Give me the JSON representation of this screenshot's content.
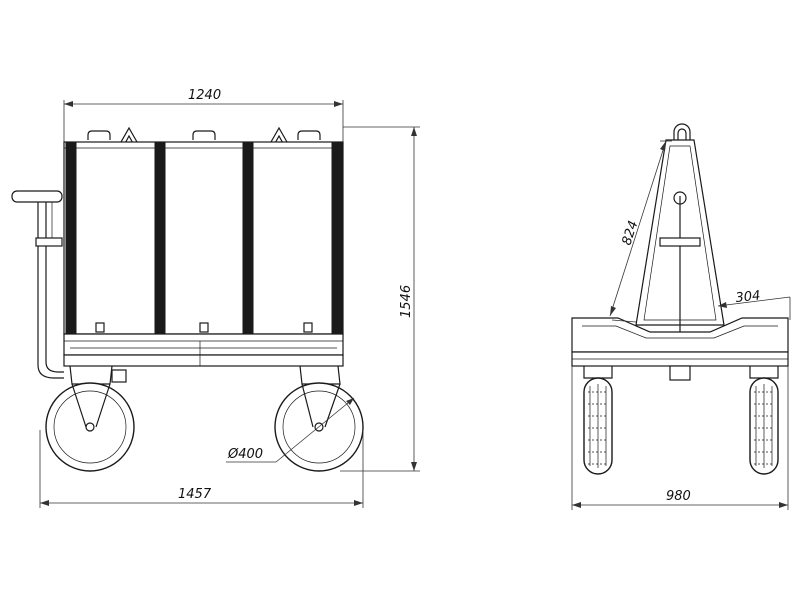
{
  "drawing": {
    "side_view": {
      "dim_width_top": "1240",
      "dim_height": "1546",
      "dim_wheel": "Ø400",
      "dim_length": "1457"
    },
    "front_view": {
      "dim_frame_height": "824",
      "dim_ledge": "304",
      "dim_width": "980"
    }
  }
}
